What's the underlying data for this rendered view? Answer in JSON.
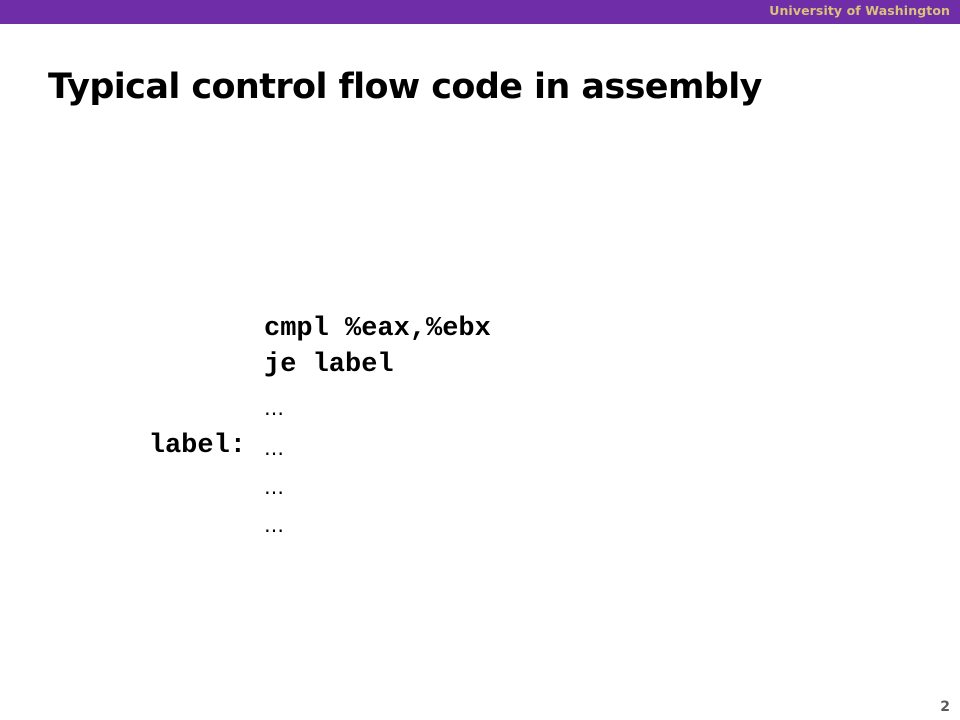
{
  "header": {
    "institution": "University of Washington"
  },
  "slide": {
    "title": "Typical control flow code in assembly",
    "code": {
      "line1": "cmpl %eax,%ebx",
      "line2": "je label",
      "line3": "…",
      "line4_label": "label:",
      "line4": "…",
      "line5": "…",
      "line6": "…"
    },
    "page_number": "2"
  },
  "colors": {
    "header_bar": "#6f2da8",
    "header_text": "#d9c27a"
  }
}
